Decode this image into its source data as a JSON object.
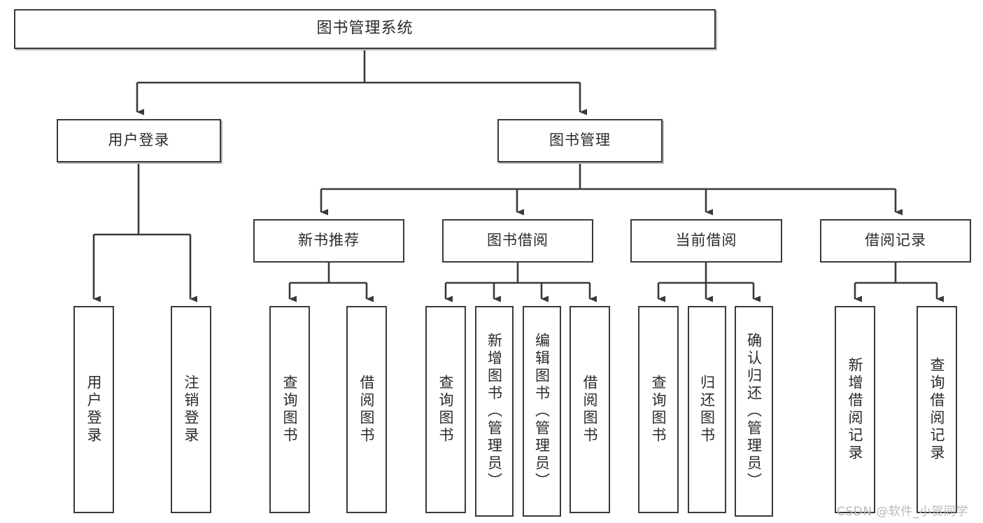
{
  "diagram": {
    "type": "tree-hierarchy-flowchart",
    "orientation": "top-down",
    "root": {
      "label": "图书管理系统"
    },
    "level2": [
      {
        "id": "user-login",
        "label": "用户登录"
      },
      {
        "id": "book-manage",
        "label": "图书管理"
      }
    ],
    "level3": [
      {
        "id": "new-book-recommend",
        "label": "新书推荐"
      },
      {
        "id": "book-borrow",
        "label": "图书借阅"
      },
      {
        "id": "current-borrow",
        "label": "当前借阅"
      },
      {
        "id": "borrow-record",
        "label": "借阅记录"
      }
    ],
    "leaves": {
      "user_login": [
        {
          "id": "leaf-user-login",
          "label": "用户登录"
        },
        {
          "id": "leaf-user-logout",
          "label": "注销登录"
        }
      ],
      "new_book_recommend": [
        {
          "id": "leaf-query-book-1",
          "label": "查询图书"
        },
        {
          "id": "leaf-borrow-book-1",
          "label": "借阅图书"
        }
      ],
      "book_borrow": [
        {
          "id": "leaf-query-book-2",
          "label": "查询图书"
        },
        {
          "id": "leaf-add-book",
          "label": "新增图书（管理员）"
        },
        {
          "id": "leaf-edit-book",
          "label": "编辑图书（管理员）"
        },
        {
          "id": "leaf-borrow-book-2",
          "label": "借阅图书"
        }
      ],
      "current_borrow": [
        {
          "id": "leaf-query-book-3",
          "label": "查询图书"
        },
        {
          "id": "leaf-return-book",
          "label": "归还图书"
        },
        {
          "id": "leaf-confirm-return",
          "label": "确认归还（管理员）"
        }
      ],
      "borrow_record": [
        {
          "id": "leaf-add-record",
          "label": "新增借阅记录"
        },
        {
          "id": "leaf-query-record",
          "label": "查询借阅记录"
        }
      ]
    },
    "watermark": "CSDN @软件_小贺同学",
    "colors": {
      "stroke": "#3a3a3a",
      "fill": "#ffffff",
      "text": "#2b2b2b",
      "watermark": "#b9b9b9"
    }
  }
}
